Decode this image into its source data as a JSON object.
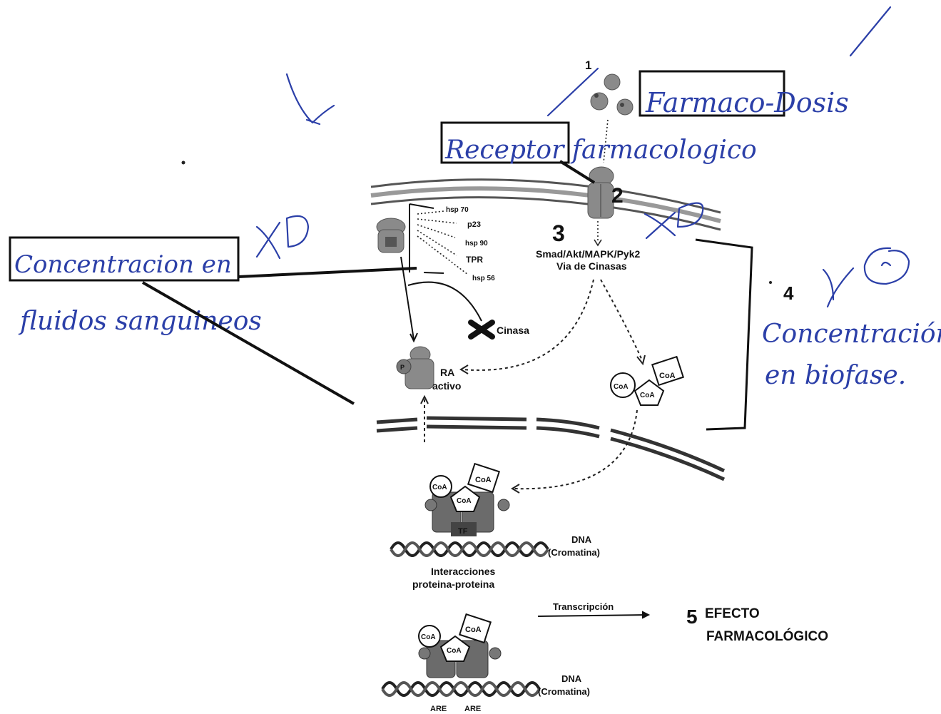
{
  "labels": {
    "step1": "1",
    "step2": "2",
    "step3": "3",
    "step4": "4",
    "step5": "5",
    "pathway_line1": "Smad/Akt/MAPK/Pyk2",
    "pathway_line2": "Via de Cinasas",
    "kinase": "Cinasa",
    "ra_line1": "RA",
    "ra_line2": "activo",
    "chaperones": [
      "hsp 70",
      "p23",
      "hsp 90",
      "TPR",
      "hsp 56"
    ],
    "coa": "CoA",
    "phospho": "P",
    "tf": "TF",
    "dna_line1": "DNA",
    "dna_line2": "(Cromatina)",
    "interactions_line1": "Interacciones",
    "interactions_line2": "proteina-proteina",
    "transcription": "Transcripción",
    "effect_line1": "EFECTO",
    "effect_line2": "FARMACOLÓGICO",
    "are": "ARE"
  },
  "annotations": {
    "drug_dose": "Farmaco-Dosis",
    "receptor": "Receptor farmacologico",
    "blood_line1": "Concentracion en",
    "blood_line2": "fluidos sanguineos",
    "biophase_line1": "Concentración",
    "biophase_line2": "en biofase."
  },
  "colors": {
    "ink": "#2b3fa8",
    "print": "#111111",
    "protein_gray": "#8a8a8a"
  }
}
